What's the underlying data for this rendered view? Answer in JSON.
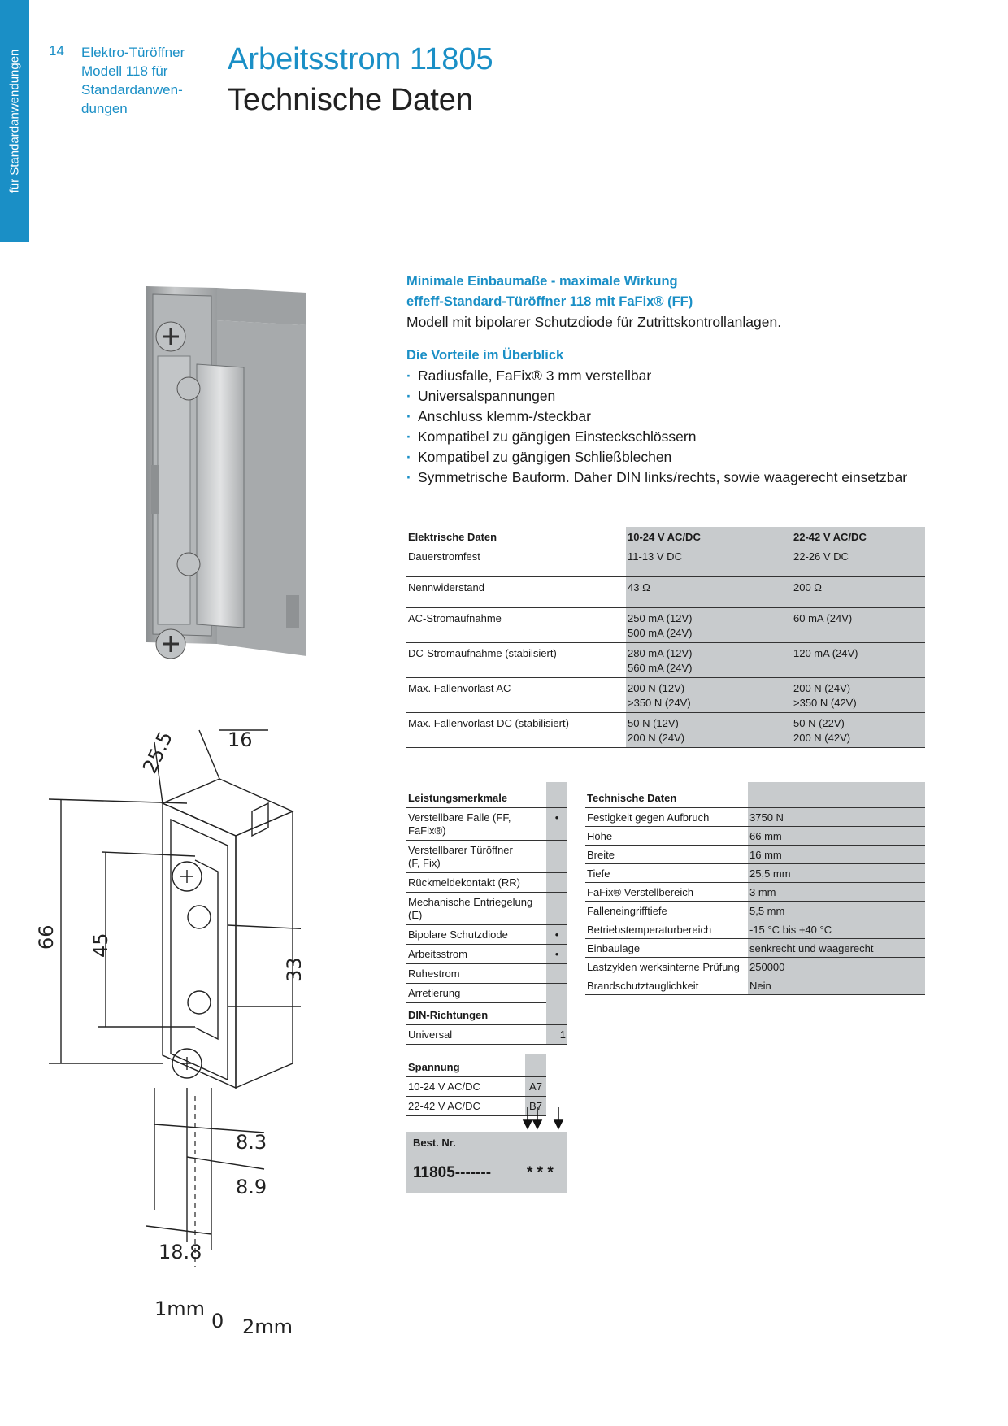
{
  "sidebar": {
    "tab_text": "für Standardanwendungen"
  },
  "header": {
    "page_number": "14",
    "subtitle_lines": [
      "Elektro-Türöffner",
      "Modell 118 für",
      "Standardanwen-",
      "dungen"
    ],
    "title_line1": "Arbeitsstrom 11805",
    "title_line2": "Technische Daten"
  },
  "intro": {
    "headline1": "Minimale Einbaumaße - maximale Wirkung",
    "headline2": "effeff-Standard-Türöffner 118 mit FaFix® (FF)",
    "description": "Modell mit bipolarer Schutzdiode für Zutrittskontrollanlagen.",
    "advantages_title": "Die Vorteile im Überblick",
    "advantages": [
      "Radiusfalle, FaFix® 3 mm verstellbar",
      "Universalspannungen",
      "Anschluss klemm-/steckbar",
      "Kompatibel zu gängigen Einsteckschlössern",
      "Kompatibel zu gängigen Schließblechen",
      "Symmetrische Bauform. Daher DIN links/rechts, sowie waagerecht einsetzbar"
    ]
  },
  "electrical": {
    "headers": [
      "Elektrische Daten",
      "10-24 V AC/DC",
      "22-42 V AC/DC"
    ],
    "rows": [
      {
        "label": "Dauerstromfest",
        "v1": "11-13 V DC",
        "v2": "22-26 V DC"
      },
      {
        "label": "Nennwiderstand",
        "v1": "43 Ω",
        "v2": "200 Ω"
      },
      {
        "label": "AC-Stromaufnahme",
        "v1": "250 mA (12V)\n500 mA (24V)",
        "v2": "60 mA (24V)"
      },
      {
        "label": "DC-Stromaufnahme (stabilsiert)",
        "v1": "280 mA (12V)\n560 mA (24V)",
        "v2": "120 mA (24V)"
      },
      {
        "label": "Max. Fallenvorlast AC",
        "v1": "200 N (12V)\n>350 N (24V)",
        "v2": "200 N (24V)\n>350 N (42V)"
      },
      {
        "label": "Max. Fallenvorlast DC (stabilisiert)",
        "v1": "50 N (12V)\n200 N (24V)",
        "v2": "50 N (22V)\n200 N (42V)"
      }
    ]
  },
  "performance": {
    "title": "Leistungsmerkmale",
    "rows": [
      {
        "label": "Verstellbare Falle (FF, FaFix®)",
        "mark": "•"
      },
      {
        "label": "Verstellbarer Türöffner\n(F, Fix)",
        "mark": ""
      },
      {
        "label": "Rückmeldekontakt (RR)",
        "mark": ""
      },
      {
        "label": "Mechanische Entriegelung\n(E)",
        "mark": ""
      },
      {
        "label": "Bipolare Schutzdiode",
        "mark": "•"
      },
      {
        "label": "Arbeitsstrom",
        "mark": "•"
      },
      {
        "label": "Ruhestrom",
        "mark": ""
      },
      {
        "label": "Arretierung",
        "mark": ""
      }
    ]
  },
  "technical": {
    "title": "Technische Daten",
    "rows": [
      {
        "label": "Festigkeit gegen Aufbruch",
        "value": "3750 N"
      },
      {
        "label": "Höhe",
        "value": "66 mm"
      },
      {
        "label": "Breite",
        "value": "16 mm"
      },
      {
        "label": "Tiefe",
        "value": "25,5 mm"
      },
      {
        "label": "FaFix® Verstellbereich",
        "value": "3 mm"
      },
      {
        "label": "Falleneingrifftiefe",
        "value": "5,5 mm"
      },
      {
        "label": "Betriebstemperaturbereich",
        "value": "-15 °C bis +40 °C"
      },
      {
        "label": "Einbaulage",
        "value": "senkrecht und waagerecht"
      },
      {
        "label": "Lastzyklen werksinterne Prüfung",
        "value": "250000"
      },
      {
        "label": "Brandschutztauglichkeit",
        "value": "Nein"
      }
    ]
  },
  "din": {
    "title": "DIN-Richtungen",
    "rows": [
      {
        "label": "Universal",
        "code": "1"
      }
    ]
  },
  "voltage": {
    "title": "Spannung",
    "rows": [
      {
        "label": "10-24 V AC/DC",
        "code": "A7"
      },
      {
        "label": "22-42 V AC/DC",
        "code": "B7"
      }
    ]
  },
  "order": {
    "label": "Best. Nr.",
    "code": "11805-------",
    "stars": "* * *"
  },
  "drawing": {
    "dimensions": [
      "25.5",
      "16",
      "66",
      "45",
      "33",
      "8.3",
      "8.9",
      "18.8",
      "1mm",
      "0",
      "2mm"
    ]
  },
  "colors": {
    "accent": "#1a8fc6",
    "table_shade": "#c8cbcd"
  }
}
